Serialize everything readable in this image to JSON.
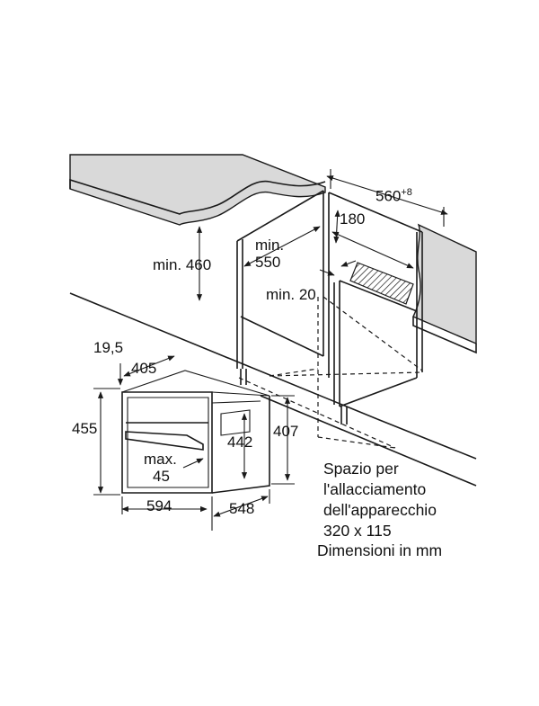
{
  "dimensions": {
    "niche_width": "560",
    "niche_width_tolerance": "+8",
    "rear_gap": "180",
    "min_height": "min. 460",
    "min_depth_line1": "min.",
    "min_depth_line2": "550",
    "min_side_gap": "min. 20",
    "front_offset": "19,5",
    "door_depth": "405",
    "total_height": "455",
    "body_height": "442",
    "rear_height": "407",
    "max_label": "max.",
    "max_value": "45",
    "total_width": "594",
    "total_depth": "548"
  },
  "note": {
    "line1": "Spazio per",
    "line2": "l'allacciamento",
    "line3": "dell'apparecchio",
    "line4": "320 x 115",
    "line5": "Dimensioni in mm"
  },
  "colors": {
    "line": "#1a1a1a",
    "countertop": "#d9d9d9",
    "background": "#ffffff"
  }
}
